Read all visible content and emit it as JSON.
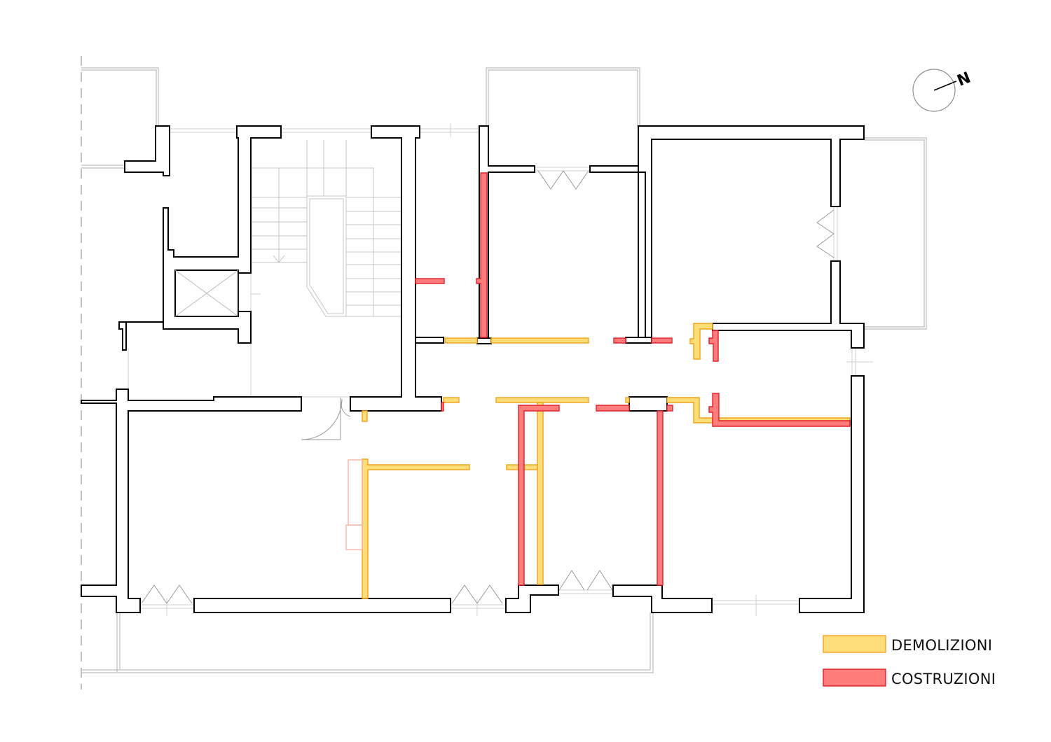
{
  "colors": {
    "demolition_fill": "#FFDE7A",
    "demolition_stroke": "#F2A21A",
    "construction_fill": "#FF7C7C",
    "construction_stroke": "#E0202A",
    "wall_stroke": "#000000",
    "thin_line": "#BDBDBD"
  },
  "north_arrow": {
    "letter": "N",
    "icon": "north-arrow-icon"
  },
  "legend": {
    "items": [
      {
        "label": "DEMOLIZIONI",
        "kind": "demolition"
      },
      {
        "label": "COSTRUZIONI",
        "kind": "construction"
      }
    ]
  }
}
